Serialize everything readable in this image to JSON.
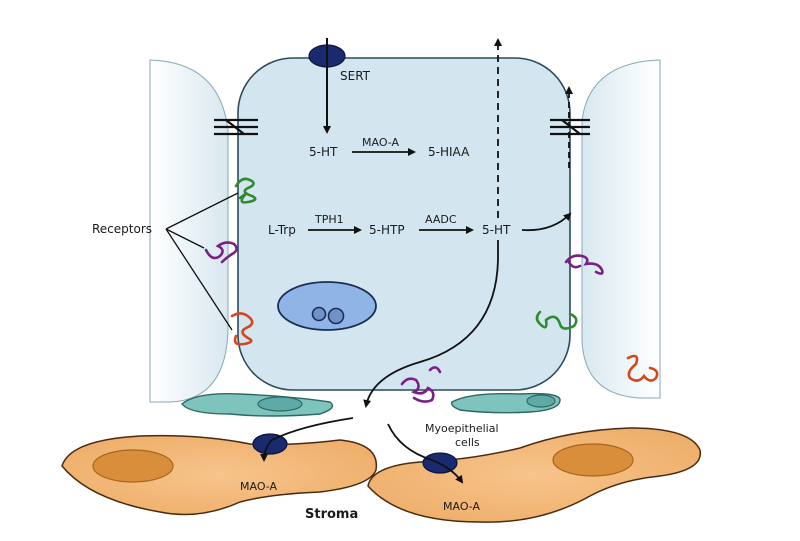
{
  "diagram": {
    "colors": {
      "epithelial_cell": "#d3e6f0",
      "epithelial_stroke": "#2b4a5e",
      "neighbor_cell": "#e6f1f6",
      "nucleus": "#8fb4e6",
      "transporter": "#1a2a6e",
      "myoepithelial": "#7fc4bc",
      "myoepithelial_nucleus": "#5fa9a8",
      "stroma": "#f2b778",
      "stroma_nucleus": "#d98e3c",
      "receptor_green": "#2e8b2e",
      "receptor_purple": "#7a1f86",
      "receptor_orange": "#d4461d"
    },
    "labels": {
      "sert": "SERT",
      "ht5_top": "5-HT",
      "maoa_top": "MAO-A",
      "hiaa": "5-HIAA",
      "ltrp": "L-Trp",
      "tph1": "TPH1",
      "htp": "5-HTP",
      "aadc": "AADC",
      "ht5_mid": "5-HT",
      "receptors": "Receptors",
      "myoepithelial": "Myoepithelial",
      "myoepithelial_2": "cells",
      "maoa_left": "MAO-A",
      "maoa_right": "MAO-A",
      "stroma": "Stroma"
    },
    "pathways": [
      {
        "from": "L-Trp",
        "to": "5-HTP",
        "enzyme": "TPH1"
      },
      {
        "from": "5-HTP",
        "to": "5-HT",
        "enzyme": "AADC"
      },
      {
        "from": "5-HT",
        "to": "5-HIAA",
        "enzyme": "MAO-A"
      }
    ]
  }
}
